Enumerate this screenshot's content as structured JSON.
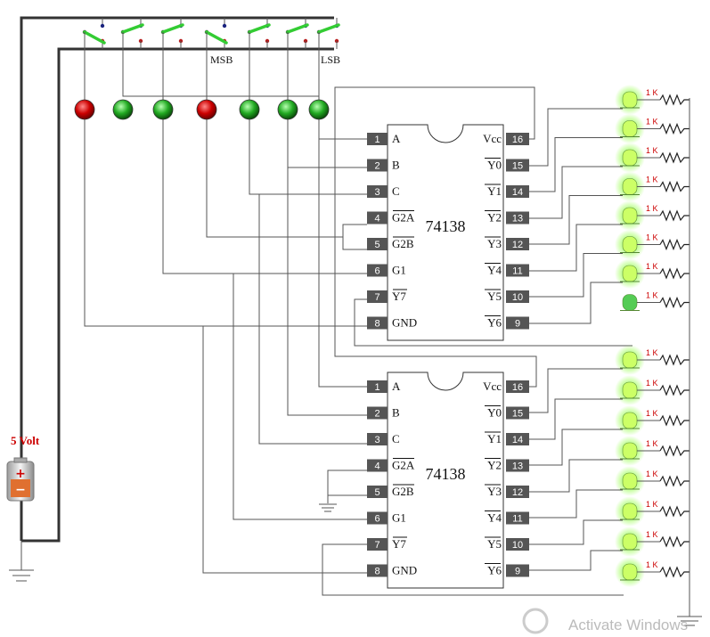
{
  "switches": {
    "msb_label": "MSB",
    "lsb_label": "LSB",
    "states": [
      "on",
      "off",
      "off",
      "on",
      "off",
      "off",
      "off"
    ]
  },
  "battery": {
    "label": "5 Volt",
    "plus": "+",
    "minus": "−"
  },
  "chips": [
    {
      "name": "74138",
      "left_pins": [
        {
          "num": "1",
          "label": "A"
        },
        {
          "num": "2",
          "label": "B"
        },
        {
          "num": "3",
          "label": "C"
        },
        {
          "num": "4",
          "label": "G2A"
        },
        {
          "num": "5",
          "label": "G2B"
        },
        {
          "num": "6",
          "label": "G1"
        },
        {
          "num": "7",
          "label": "Y7"
        },
        {
          "num": "8",
          "label": "GND"
        }
      ],
      "right_pins": [
        {
          "num": "16",
          "label": "Vcc"
        },
        {
          "num": "15",
          "label": "Y0"
        },
        {
          "num": "14",
          "label": "Y1"
        },
        {
          "num": "13",
          "label": "Y2"
        },
        {
          "num": "12",
          "label": "Y3"
        },
        {
          "num": "11",
          "label": "Y4"
        },
        {
          "num": "10",
          "label": "Y5"
        },
        {
          "num": "9",
          "label": "Y6"
        }
      ]
    },
    {
      "name": "74138",
      "left_pins": [
        {
          "num": "1",
          "label": "A"
        },
        {
          "num": "2",
          "label": "B"
        },
        {
          "num": "3",
          "label": "C"
        },
        {
          "num": "4",
          "label": "G2A"
        },
        {
          "num": "5",
          "label": "G2B"
        },
        {
          "num": "6",
          "label": "G1"
        },
        {
          "num": "7",
          "label": "Y7"
        },
        {
          "num": "8",
          "label": "GND"
        }
      ],
      "right_pins": [
        {
          "num": "16",
          "label": "Vcc"
        },
        {
          "num": "15",
          "label": "Y0"
        },
        {
          "num": "14",
          "label": "Y1"
        },
        {
          "num": "13",
          "label": "Y2"
        },
        {
          "num": "12",
          "label": "Y3"
        },
        {
          "num": "11",
          "label": "Y4"
        },
        {
          "num": "10",
          "label": "Y5"
        },
        {
          "num": "9",
          "label": "Y6"
        }
      ]
    }
  ],
  "indicator_leds": [
    "red",
    "green",
    "green",
    "red",
    "green",
    "green",
    "green"
  ],
  "output_leds": {
    "chip1": [
      "lit",
      "lit",
      "lit",
      "lit",
      "lit",
      "lit",
      "lit",
      "dark"
    ],
    "chip2": [
      "lit",
      "lit",
      "lit",
      "lit",
      "lit",
      "lit",
      "lit",
      "lit"
    ]
  },
  "resistor_label": "1 K",
  "watermark": "Activate Windows",
  "colors": {
    "led_red": "#cc0000",
    "led_green": "#22aa22",
    "led_lit_glow": "#66ff33",
    "switch_lever": "#33cc33",
    "battery_label": "#cc0000"
  }
}
